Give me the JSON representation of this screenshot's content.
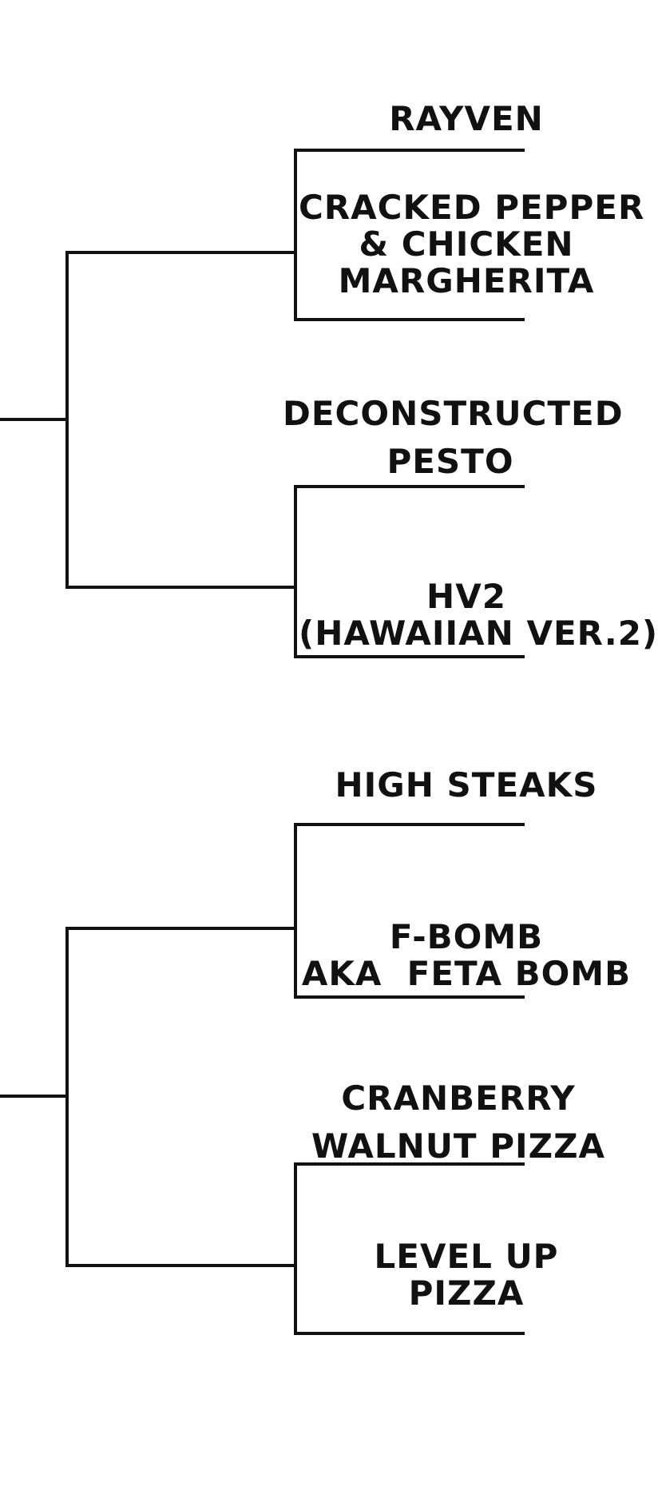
{
  "bracket": {
    "line_color": "#111111",
    "entries": [
      {
        "lines": [
          "RAYVEN"
        ]
      },
      {
        "lines": [
          "CRACKED PEPPER",
          "& CHICKEN",
          "MARGHERITA"
        ]
      },
      {
        "lines": [
          "DECONSTRUCTED",
          "PESTO"
        ]
      },
      {
        "lines": [
          "HV2",
          "(HAWAIIAN VER.2)"
        ]
      },
      {
        "lines": [
          "HIGH STEAKS"
        ]
      },
      {
        "lines": [
          "F-BOMB",
          "AKA  FETA BOMB"
        ]
      },
      {
        "lines": [
          "CRANBERRY",
          "WALNUT PIZZA"
        ]
      },
      {
        "lines": [
          "LEVEL UP",
          "PIZZA"
        ]
      }
    ]
  }
}
